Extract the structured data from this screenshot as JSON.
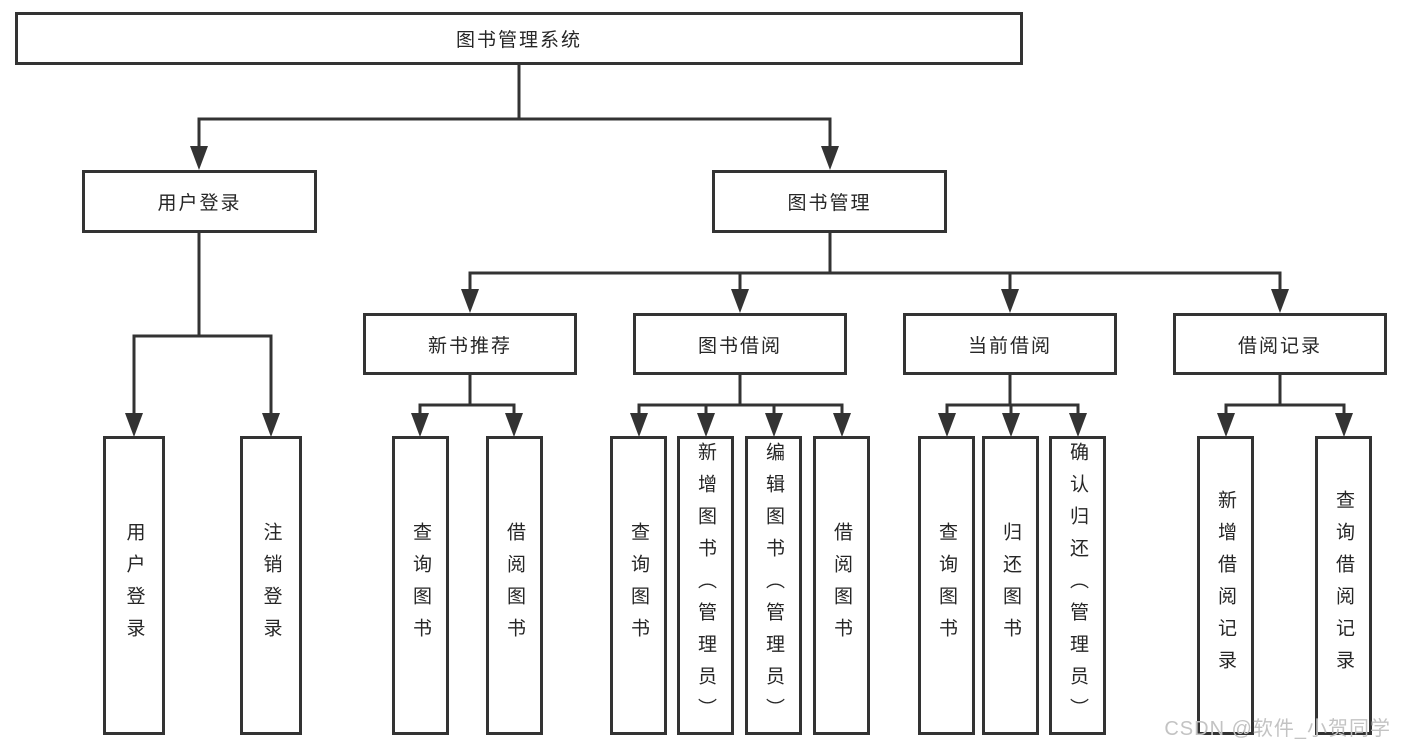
{
  "colors": {
    "line": "#333333",
    "box_border": "#333333",
    "text": "#262626",
    "watermark_text": "#c3c3c3",
    "background": "#ffffff"
  },
  "watermark": {
    "text": "CSDN @软件_小贺同学"
  },
  "tree": {
    "label": "图书管理系统",
    "children": [
      {
        "label": "用户登录",
        "children": [
          {
            "label": "用户登录"
          },
          {
            "label": "注销登录"
          }
        ]
      },
      {
        "label": "图书管理",
        "children": [
          {
            "label": "新书推荐",
            "children": [
              {
                "label": "查询图书"
              },
              {
                "label": "借阅图书"
              }
            ]
          },
          {
            "label": "图书借阅",
            "children": [
              {
                "label": "查询图书"
              },
              {
                "label": "新增图书（管理员）"
              },
              {
                "label": "编辑图书（管理员）"
              },
              {
                "label": "借阅图书"
              }
            ]
          },
          {
            "label": "当前借阅",
            "children": [
              {
                "label": "查询图书"
              },
              {
                "label": "归还图书"
              },
              {
                "label": "确认归还（管理员）"
              }
            ]
          },
          {
            "label": "借阅记录",
            "children": [
              {
                "label": "新增借阅记录"
              },
              {
                "label": "查询借阅记录"
              }
            ]
          }
        ]
      }
    ]
  }
}
